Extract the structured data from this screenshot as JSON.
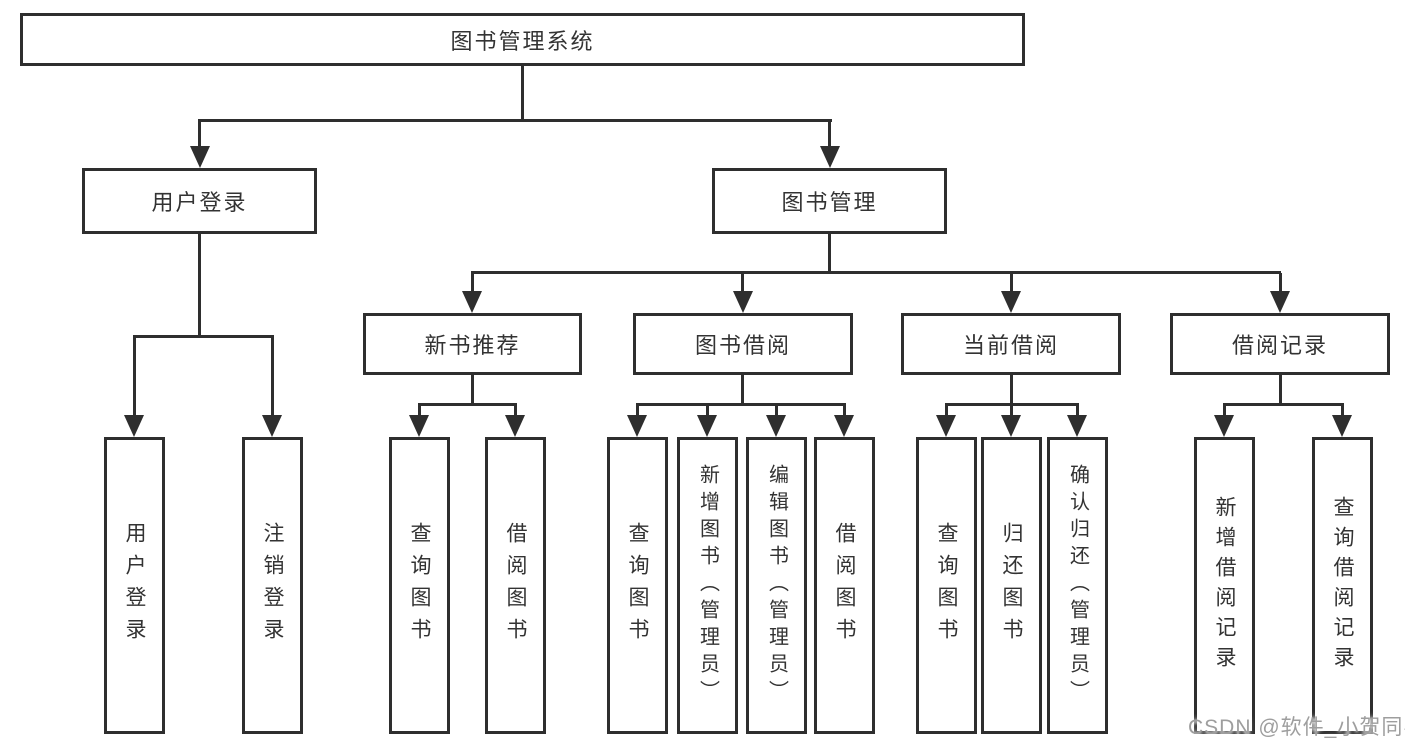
{
  "diagram": {
    "root_label": "图书管理系统",
    "level1": [
      {
        "id": "user-login",
        "label": "用户登录"
      },
      {
        "id": "book-management",
        "label": "图书管理"
      }
    ],
    "level2": [
      {
        "id": "new-book-recommend",
        "label": "新书推荐"
      },
      {
        "id": "book-borrowing",
        "label": "图书借阅"
      },
      {
        "id": "current-borrowing",
        "label": "当前借阅"
      },
      {
        "id": "borrowing-records",
        "label": "借阅记录"
      }
    ],
    "leaves": {
      "user_login": [
        "用户登录",
        "注销登录"
      ],
      "new_book_recommend": [
        "查询图书",
        "借阅图书"
      ],
      "book_borrowing": [
        "查询图书",
        "新增图书（管理员）",
        "编辑图书（管理员）",
        "借阅图书"
      ],
      "current_borrowing": [
        "查询图书",
        "归还图书",
        "确认归还（管理员）"
      ],
      "borrowing_records": [
        "新增借阅记录",
        "查询借阅记录"
      ]
    }
  },
  "watermark": {
    "text": "CSDN @软件_小贺同学",
    "color": "#9e9e9e"
  },
  "colors": {
    "line": "#2e2e2e",
    "box_border": "#2e2e2e",
    "text": "#333333",
    "background": "#ffffff"
  }
}
